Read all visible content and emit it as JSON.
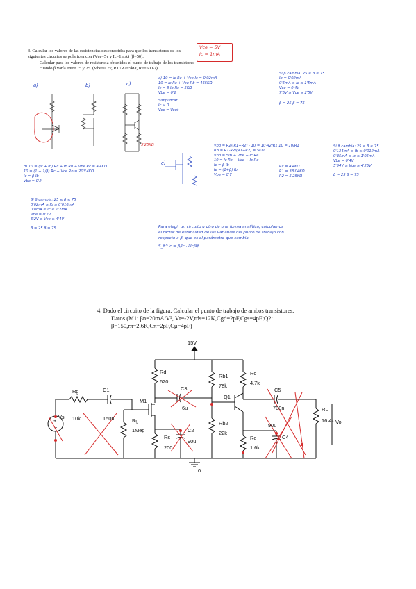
{
  "problem3": {
    "intro": "3.  Calcular los valores de las resistencias desconocidas para que los transistores de los siguientes circuitos se polaricen con (Vce=5v y Ic=1mA) (β=50).",
    "sub": "Calcular para los valores de resistencia obtenidos el punto de trabajo de los transistores cuando β varía entre 75 y 25. (Vbe=0.7v, R1//R2=5kΩ, Re=500Ω)",
    "given_box_line1": "Vce = 5V",
    "given_box_line2": "Ic = 1mA",
    "labels": {
      "a": "a)",
      "b": "b)",
      "c": "c)"
    },
    "notes_a": [
      "a) 10 = Ic Rc + Vce   Ic = 0'02mA",
      "   10 = Ic Rc + Vce   Rb = 465KΩ",
      "   Ic = β Ib          Rc = 5KΩ",
      "   Vbe = 0'2",
      "Simplificar:",
      "   Ic ≈ 0",
      "   Vce = Vout"
    ],
    "notes_a_right": [
      "Si β cambia: 25 ≤ β ≤ 75",
      "   Ib = 0'02mA",
      "0'5mA ≤ Ic ≤ 1'5mA",
      "   Vce = 0'4V",
      "7'5V ≥ Vce ≥ 2'5V",
      "β = 25          β = 75"
    ],
    "notes_b": [
      "b) 10 = (Ic + Ib) Rc + Ib Rb + Vbe   Rc = 4'4KΩ",
      "   10 = (1 + 1/β) Rc + Vce           Rb = 203'4KΩ",
      "   Ic = β Ib",
      "   Vbe = 0'2"
    ],
    "notes_b_right": [
      "Si β cambia: 25 ≤ β ≤ 75",
      "0'02mA ≥ Ib ≥ 0'016mA",
      "0'8mA ≤ Ic ≤ 1'2mA",
      "   Vbe = 0'2V",
      "6'2V ≥ Vce ≥ 4'4V",
      "β = 25          β = 75"
    ],
    "notes_c": [
      "Vbb = R2/(R1+R2) · 10 = 10·R2/R1     10 = 10/R1",
      "RB = R1·R2/(R1+R2) = 5KΩ",
      "Vbb = 5IB + Vbe + Ic Re",
      "10 = Ic Rc + Vce + Ic Re",
      "   Ic = β Ib",
      "   Ie = (1+β) Ib",
      "   Vbe = 0'7"
    ],
    "notes_c_mid": [
      "Rc = 4'4KΩ",
      "R1 = 38'04KΩ",
      "R2 = 5'25KΩ"
    ],
    "notes_c_right": [
      "Si β cambia: 25 ≤ β ≤ 75",
      "0'134mA ≥ Ib ≥ 0'012mA",
      "0'85mA ≤ Ic ≤ 1'05mA",
      "   Vbe = 0'4V",
      "5'94V ≥ Vce ≥ 4'25V",
      "β = 25          β = 75"
    ],
    "stability_note": [
      "Para elegir un circuito u otro de una forma analítica, calculamos",
      "el factor de estabilidad de las variables del punto de trabajo con",
      "respecto a β, que es el parámetro que cambia."
    ],
    "stability_formula": "S_β^Ic = β/Ic · ∂Ic/∂β",
    "red_value_c": "5'25KΩ"
  },
  "problem4": {
    "title": "4.   Dado el circuito de la figura. Calcular el punto de trabajo de ambos transistores.",
    "data_line1": "Datos (M1: βn=20mA/V², Vt=-2V,rds=12K,Cgd=2pF,Cgs=4pF;Q2:",
    "data_line2": "β=150,rπ=2.6K,Cπ=2pF,Cμ=4pF)"
  },
  "schematic": {
    "supply": "15V",
    "Rd": "Rd",
    "Rd_val": "620",
    "C3": "C3",
    "C3_val": "6u",
    "M1": "M1",
    "Rb1": "Rb1",
    "Rb1_val": "78k",
    "Rc": "Rc",
    "Rc_val": "4.7k",
    "C5": "C5",
    "C5_val": "700n",
    "Q1": "Q1",
    "Rg_left": "Rg",
    "Rg_left_val": "10k",
    "C1": "C1",
    "C1_val": "150n",
    "Rg": "Rg",
    "Rg_val": "1Meg",
    "Rs": "Rs",
    "Rs_val": "200",
    "C2": "C2",
    "C2_val": "90u",
    "Rb2": "Rb2",
    "Rb2_val": "22k",
    "Re": "Re",
    "Re_val": "1.6k",
    "C4": "C4",
    "C4_val": "90u",
    "RL": "RL",
    "RL_val": "16.4k",
    "Vs": "Vs",
    "Vo": "Vo",
    "gnd": "0"
  }
}
